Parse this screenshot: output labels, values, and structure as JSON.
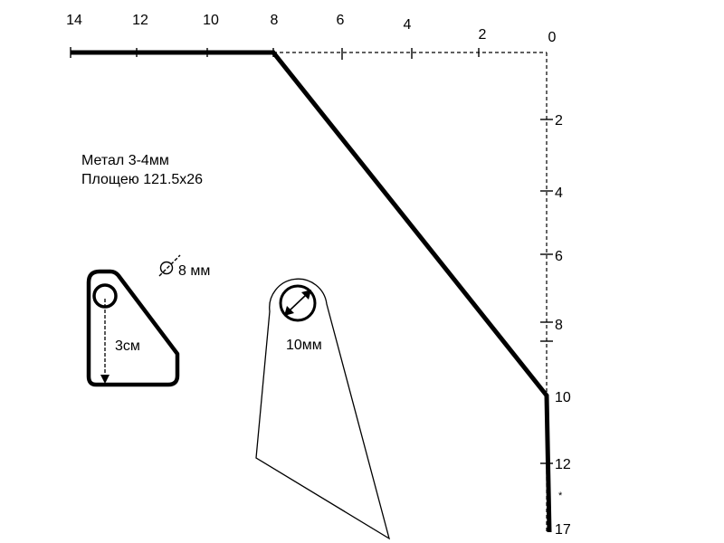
{
  "diagram": {
    "top_axis_labels": [
      "14",
      "12",
      "10",
      "8",
      "6",
      "4",
      "2",
      "0"
    ],
    "right_axis_labels": [
      "2",
      "4",
      "6",
      "8",
      "10",
      "12",
      "17"
    ],
    "asterisk": "*",
    "note": {
      "material": "Метал 3-4мм",
      "area": "Площею 121.5х26"
    },
    "hole_small_label": "8 мм",
    "height_label": "3см",
    "hole_large_label": "10мм"
  }
}
